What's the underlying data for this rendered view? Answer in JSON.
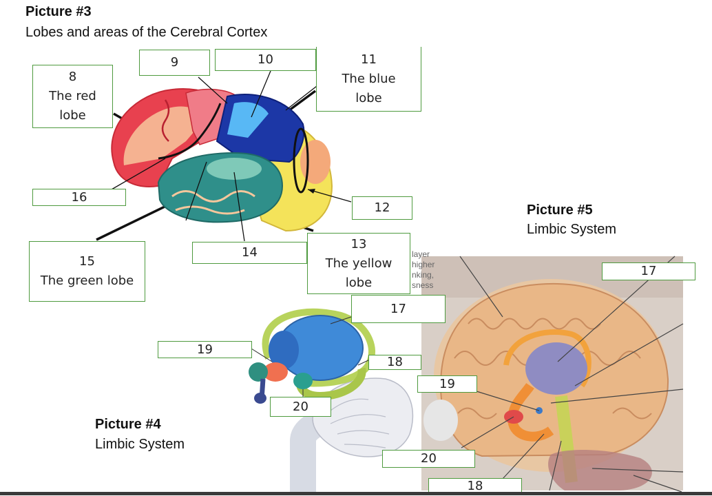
{
  "picture3": {
    "title": "Picture #3",
    "subtitle": "Lobes and areas of the Cerebral Cortex"
  },
  "picture4": {
    "title": "Picture #4",
    "subtitle": "Limbic System"
  },
  "picture5": {
    "title": "Picture #5",
    "subtitle": "Limbic System"
  },
  "labels": {
    "box8": {
      "number": "8",
      "line1": "The red",
      "line2": "lobe"
    },
    "box9": {
      "number": "9"
    },
    "box10": {
      "number": "10"
    },
    "box11": {
      "number": "11",
      "line1": "The blue",
      "line2": "lobe"
    },
    "box12": {
      "number": "12"
    },
    "box13": {
      "number": "13",
      "line1": "The yellow",
      "line2": "lobe"
    },
    "box14": {
      "number": "14"
    },
    "box15": {
      "number": "15",
      "line1": "The green lobe"
    },
    "box16": {
      "number": "16"
    },
    "box17a": {
      "number": "17"
    },
    "box17b": {
      "number": "17"
    },
    "box18a": {
      "number": "18"
    },
    "box18b": {
      "number": "18"
    },
    "box19a": {
      "number": "19"
    },
    "box19b": {
      "number": "19"
    },
    "box20a": {
      "number": "20"
    },
    "box20b": {
      "number": "20"
    }
  },
  "cropped_text": [
    "layer",
    "higher",
    "nking,",
    "sness"
  ],
  "colors": {
    "red_lobe": "#e8414f",
    "blue_lobe": "#2d6fd6",
    "yellow_lobe": "#f4e35a",
    "green_lobe": "#2f8f8a",
    "label_border": "#4e9a3e"
  }
}
